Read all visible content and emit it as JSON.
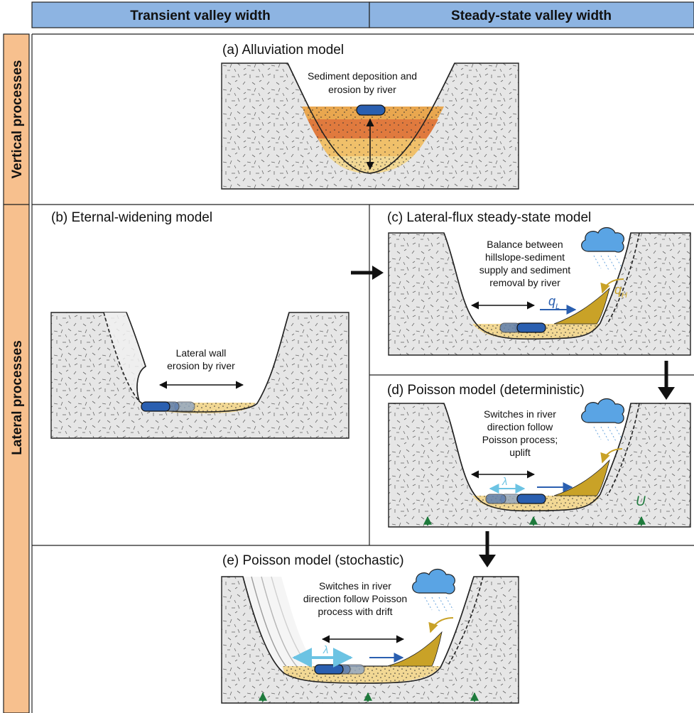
{
  "headers": {
    "transient": "Transient valley width",
    "steady": "Steady-state valley width"
  },
  "side_labels": {
    "vertical": "Vertical processes",
    "lateral": "Lateral processes"
  },
  "panels": {
    "a": {
      "title": "(a) Alluviation model",
      "desc": [
        "Sediment deposition and",
        "erosion by river"
      ]
    },
    "b": {
      "title": "(b) Eternal-widening model",
      "desc": [
        "Lateral wall",
        "erosion by river"
      ]
    },
    "c": {
      "title": "(c) Lateral-flux steady-state model",
      "desc": [
        "Balance between",
        "hillslope-sediment",
        "supply and sediment",
        "removal by river"
      ],
      "qL": "q",
      "qL_sub": "L",
      "qH": "q",
      "qH_sub": "H"
    },
    "d": {
      "title": "(d) Poisson model (deterministic)",
      "desc": [
        "Switches in river",
        "direction follow",
        "Poisson process;",
        "uplift"
      ],
      "lambda": "λ",
      "U": "U"
    },
    "e": {
      "title": "(e) Poisson model (stochastic)",
      "desc": [
        "Switches in river",
        "direction follow Poisson",
        "process with drift"
      ],
      "lambda": "λ"
    }
  },
  "colors": {
    "header_blue": "#8db4e2",
    "side_orange": "#f7c08e",
    "rock": "#e6e6e6",
    "sediment": "#f2d894",
    "hillslope_sediment": "#c9a227",
    "river": "#2a5fb0",
    "flux_blue": "#3a78c9",
    "light_blue": "#6cc3e3",
    "cloud": "#5aa4e4",
    "uplift_green": "#1e7a3c"
  }
}
